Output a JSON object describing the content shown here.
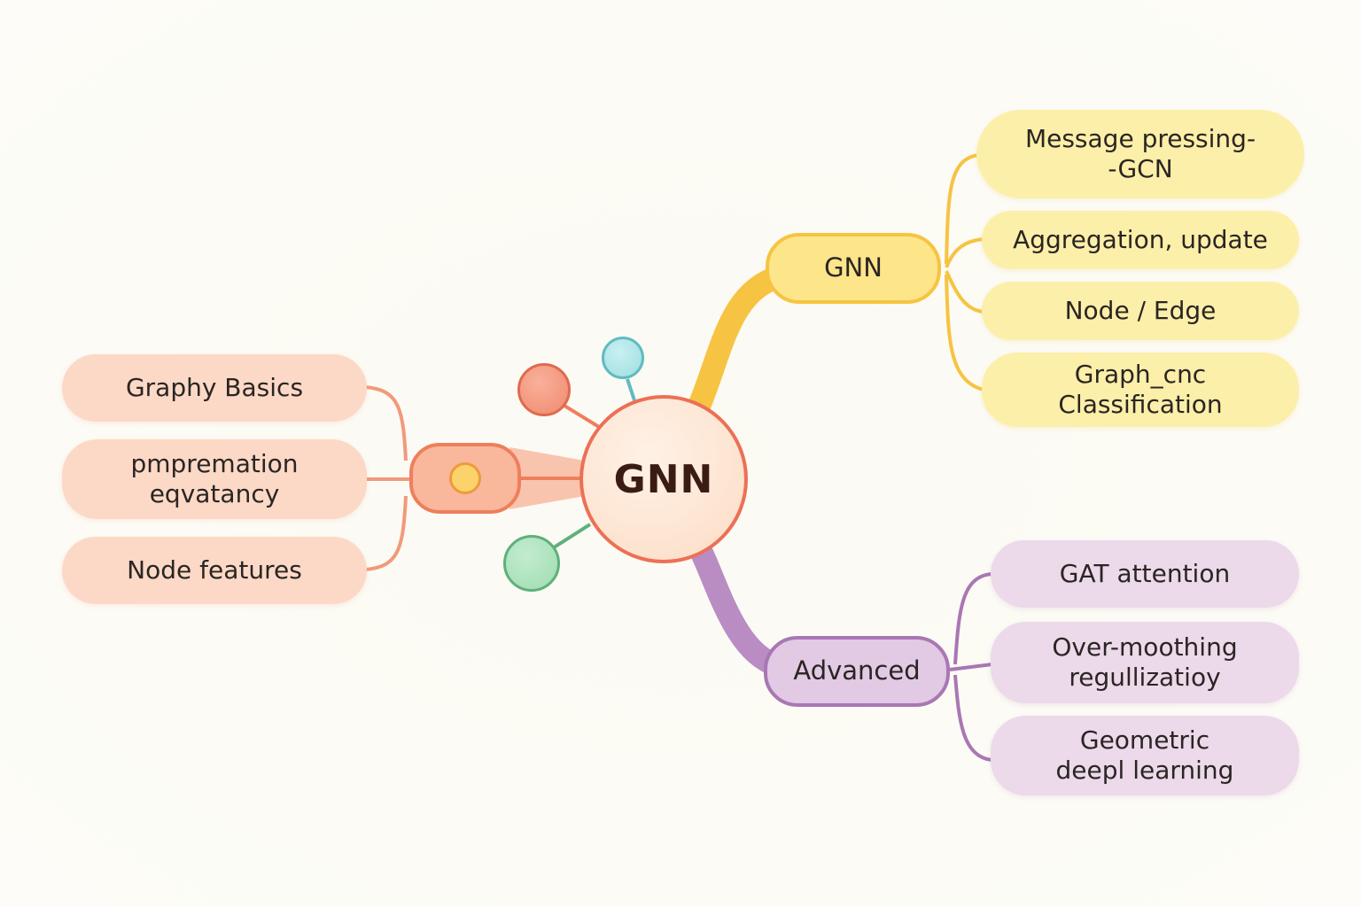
{
  "center": {
    "label": "GNN"
  },
  "branches": {
    "left": {
      "leaves": [
        "Graphy Basics",
        "pmpremation\neqvatancy",
        "Node features"
      ]
    },
    "top_right": {
      "label": "GNN",
      "leaves": [
        "Message pressing-\n-GCN",
        "Aggregation, update",
        "Node / Edge",
        "Graph_cnc\nClassification"
      ]
    },
    "bottom_right": {
      "label": "Advanced",
      "leaves": [
        "GAT attention",
        "Over-moothing\nregullizatioy",
        "Geometric\ndeepl learning"
      ]
    }
  },
  "colors": {
    "coral": "#ee7f5c",
    "yellow": "#f6c442",
    "purple": "#a977b4",
    "teal": "#9edde0",
    "green": "#9fdcb0",
    "red": "#f19077"
  }
}
